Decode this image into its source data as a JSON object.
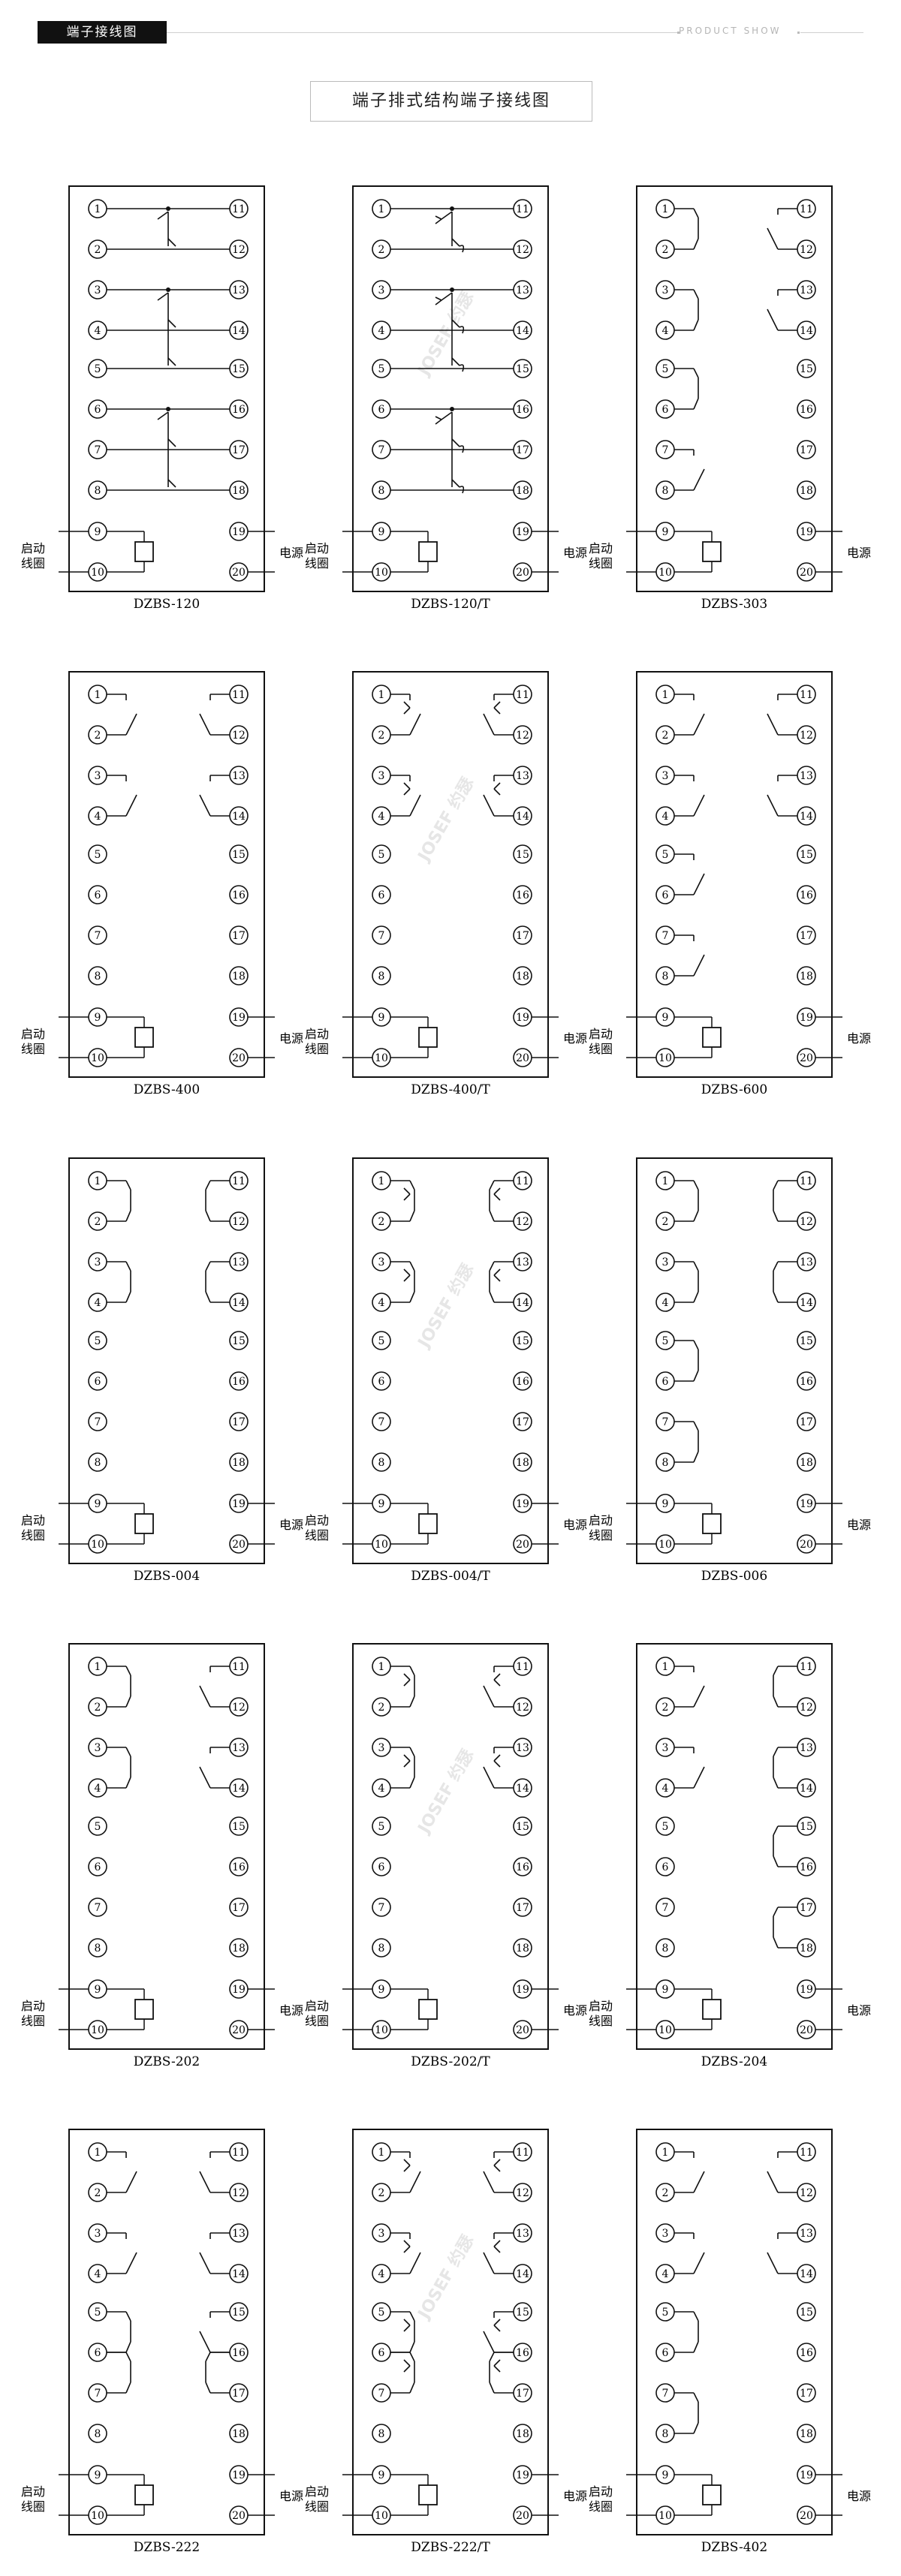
{
  "header": {
    "tag": "端子接线图",
    "right_text": "PRODUCT SHOW"
  },
  "title": "端子排式结构端子接线图",
  "side_labels": {
    "start_line1": "启动",
    "start_line2": "线圈",
    "power": "电源"
  },
  "watermark": "JOSEF 约瑟",
  "terminal_numbers": [
    "1",
    "2",
    "3",
    "4",
    "5",
    "6",
    "7",
    "8",
    "9",
    "10",
    "11",
    "12",
    "13",
    "14",
    "15",
    "16",
    "17",
    "18",
    "19",
    "20"
  ],
  "diagrams": [
    {
      "name": "DZBS-120",
      "contacts": [
        {
          "type": "change",
          "pins": [
            1,
            2,
            11,
            12
          ]
        },
        {
          "type": "change",
          "pins": [
            3,
            4,
            5,
            13,
            14,
            15
          ]
        },
        {
          "type": "change",
          "pins": [
            6,
            7,
            8,
            16,
            17,
            18
          ]
        }
      ]
    },
    {
      "name": "DZBS-120/T",
      "contacts": [
        {
          "type": "change_t",
          "pins": [
            1,
            2,
            11,
            12
          ]
        },
        {
          "type": "change_t",
          "pins": [
            3,
            4,
            5,
            13,
            14,
            15
          ]
        },
        {
          "type": "change_t",
          "pins": [
            6,
            7,
            8,
            16,
            17,
            18
          ]
        }
      ]
    },
    {
      "name": "DZBS-303",
      "contacts": [
        {
          "type": "nc",
          "pins": [
            1,
            2
          ]
        },
        {
          "type": "no",
          "pins": [
            11,
            12
          ]
        },
        {
          "type": "nc",
          "pins": [
            3,
            4
          ]
        },
        {
          "type": "no",
          "pins": [
            13,
            14
          ]
        },
        {
          "type": "nc",
          "pins": [
            5,
            6
          ]
        },
        {
          "type": "no",
          "pins": [
            7,
            8
          ]
        }
      ]
    },
    {
      "name": "DZBS-400",
      "contacts": [
        {
          "type": "no",
          "pins": [
            1,
            2
          ]
        },
        {
          "type": "no",
          "pins": [
            11,
            12
          ]
        },
        {
          "type": "no",
          "pins": [
            3,
            4
          ]
        },
        {
          "type": "no",
          "pins": [
            13,
            14
          ]
        }
      ]
    },
    {
      "name": "DZBS-400/T",
      "contacts": [
        {
          "type": "no_t",
          "pins": [
            1,
            2
          ]
        },
        {
          "type": "no_t",
          "pins": [
            11,
            12
          ]
        },
        {
          "type": "no_t",
          "pins": [
            3,
            4
          ]
        },
        {
          "type": "no_t",
          "pins": [
            13,
            14
          ]
        }
      ]
    },
    {
      "name": "DZBS-600",
      "contacts": [
        {
          "type": "no",
          "pins": [
            1,
            2
          ]
        },
        {
          "type": "no",
          "pins": [
            11,
            12
          ]
        },
        {
          "type": "no",
          "pins": [
            3,
            4
          ]
        },
        {
          "type": "no",
          "pins": [
            13,
            14
          ]
        },
        {
          "type": "no",
          "pins": [
            5,
            6
          ]
        },
        {
          "type": "no",
          "pins": [
            7,
            8
          ]
        }
      ]
    },
    {
      "name": "DZBS-004",
      "contacts": [
        {
          "type": "nc",
          "pins": [
            1,
            2
          ]
        },
        {
          "type": "nc",
          "pins": [
            11,
            12
          ]
        },
        {
          "type": "nc",
          "pins": [
            3,
            4
          ]
        },
        {
          "type": "nc",
          "pins": [
            13,
            14
          ]
        }
      ]
    },
    {
      "name": "DZBS-004/T",
      "contacts": [
        {
          "type": "nc_t",
          "pins": [
            1,
            2
          ]
        },
        {
          "type": "nc_t",
          "pins": [
            11,
            12
          ]
        },
        {
          "type": "nc_t",
          "pins": [
            3,
            4
          ]
        },
        {
          "type": "nc_t",
          "pins": [
            13,
            14
          ]
        }
      ]
    },
    {
      "name": "DZBS-006",
      "contacts": [
        {
          "type": "nc",
          "pins": [
            1,
            2
          ]
        },
        {
          "type": "nc",
          "pins": [
            11,
            12
          ]
        },
        {
          "type": "nc",
          "pins": [
            3,
            4
          ]
        },
        {
          "type": "nc",
          "pins": [
            13,
            14
          ]
        },
        {
          "type": "nc",
          "pins": [
            5,
            6
          ]
        },
        {
          "type": "nc",
          "pins": [
            7,
            8
          ]
        }
      ]
    },
    {
      "name": "DZBS-202",
      "contacts": [
        {
          "type": "nc",
          "pins": [
            1,
            2
          ]
        },
        {
          "type": "no",
          "pins": [
            11,
            12
          ]
        },
        {
          "type": "nc",
          "pins": [
            3,
            4
          ]
        },
        {
          "type": "no",
          "pins": [
            13,
            14
          ]
        }
      ]
    },
    {
      "name": "DZBS-202/T",
      "contacts": [
        {
          "type": "nc_t",
          "pins": [
            1,
            2
          ]
        },
        {
          "type": "no_t",
          "pins": [
            11,
            12
          ]
        },
        {
          "type": "nc_t",
          "pins": [
            3,
            4
          ]
        },
        {
          "type": "no_t",
          "pins": [
            13,
            14
          ]
        }
      ]
    },
    {
      "name": "DZBS-204",
      "contacts": [
        {
          "type": "no",
          "pins": [
            1,
            2
          ]
        },
        {
          "type": "nc",
          "pins": [
            11,
            12
          ]
        },
        {
          "type": "no",
          "pins": [
            3,
            4
          ]
        },
        {
          "type": "nc",
          "pins": [
            13,
            14
          ]
        },
        {
          "type": "nc",
          "pins": [
            15,
            16
          ]
        },
        {
          "type": "nc",
          "pins": [
            17,
            18
          ]
        }
      ]
    },
    {
      "name": "DZBS-222",
      "contacts": [
        {
          "type": "no",
          "pins": [
            1,
            2
          ]
        },
        {
          "type": "no",
          "pins": [
            11,
            12
          ]
        },
        {
          "type": "no",
          "pins": [
            3,
            4
          ]
        },
        {
          "type": "no",
          "pins": [
            13,
            14
          ]
        },
        {
          "type": "nc",
          "pins": [
            5,
            6
          ]
        },
        {
          "type": "nc",
          "pins": [
            6,
            7
          ]
        },
        {
          "type": "no",
          "pins": [
            15,
            16
          ]
        },
        {
          "type": "nc",
          "pins": [
            16,
            17
          ]
        }
      ]
    },
    {
      "name": "DZBS-222/T",
      "contacts": [
        {
          "type": "no_t",
          "pins": [
            1,
            2
          ]
        },
        {
          "type": "no_t",
          "pins": [
            11,
            12
          ]
        },
        {
          "type": "no_t",
          "pins": [
            3,
            4
          ]
        },
        {
          "type": "no_t",
          "pins": [
            13,
            14
          ]
        },
        {
          "type": "nc_t",
          "pins": [
            5,
            6
          ]
        },
        {
          "type": "nc_t",
          "pins": [
            6,
            7
          ]
        },
        {
          "type": "no_t",
          "pins": [
            15,
            16
          ]
        },
        {
          "type": "nc_t",
          "pins": [
            16,
            17
          ]
        }
      ]
    },
    {
      "name": "DZBS-402",
      "contacts": [
        {
          "type": "no",
          "pins": [
            1,
            2
          ]
        },
        {
          "type": "no",
          "pins": [
            11,
            12
          ]
        },
        {
          "type": "no",
          "pins": [
            3,
            4
          ]
        },
        {
          "type": "no",
          "pins": [
            13,
            14
          ]
        },
        {
          "type": "nc",
          "pins": [
            5,
            6
          ]
        },
        {
          "type": "nc",
          "pins": [
            7,
            8
          ]
        }
      ]
    }
  ]
}
